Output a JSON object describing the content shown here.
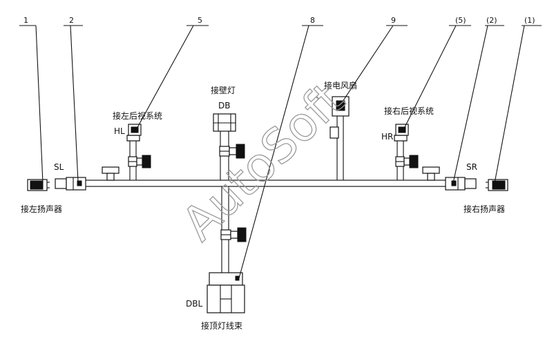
{
  "callouts": {
    "c1": "1",
    "c2": "2",
    "c5": "5",
    "c8": "8",
    "c9": "9",
    "c5r": "(5)",
    "c2r": "(2)",
    "c1r": "(1)"
  },
  "codes": {
    "sl": "SL",
    "sr": "SR",
    "hl": "HL",
    "hr": "HR",
    "db": "DB",
    "dbl": "DBL"
  },
  "labels": {
    "left_speaker": "接左扬声器",
    "right_speaker": "接右扬声器",
    "left_mirror": "接左后视系统",
    "right_mirror": "接右后视系统",
    "wall_lamp": "接壁灯",
    "fan": "接电风扇",
    "dome_harness": "接顶灯线束"
  },
  "watermark": "AutoSoft"
}
